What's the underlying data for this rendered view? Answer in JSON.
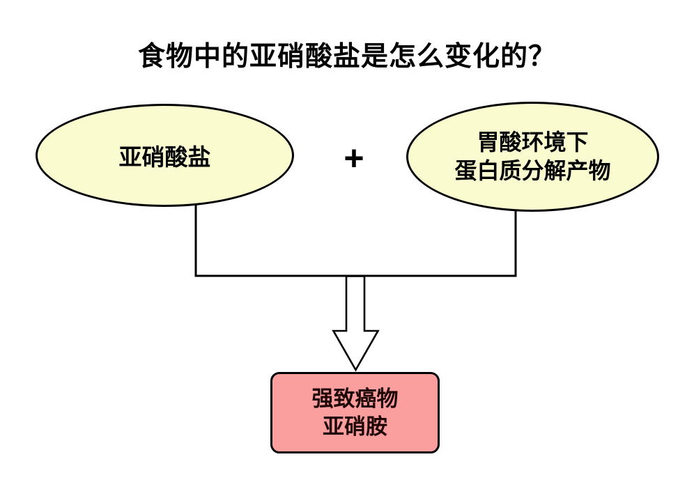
{
  "title": "食物中的亚硝酸盐是怎么变化的？",
  "operator": "+",
  "nodes": {
    "left": {
      "label": "亚硝酸盐"
    },
    "right": {
      "lines": [
        "胃酸环境下",
        "蛋白质分解产物"
      ]
    },
    "result": {
      "lines": [
        "强致癌物",
        "亚硝胺"
      ]
    }
  },
  "icons": {
    "down_arrow": "hollow-block-arrow-down"
  },
  "colors": {
    "background": "#FFFFFF",
    "text": "#000000",
    "node-fill": "#FBFBD0",
    "node-border": "#000000",
    "result-fill": "#FA9E9E",
    "result-border": "#000000",
    "result-text": "#200505",
    "connector": "#000000",
    "arrow-fill": "#FFFFFF"
  }
}
